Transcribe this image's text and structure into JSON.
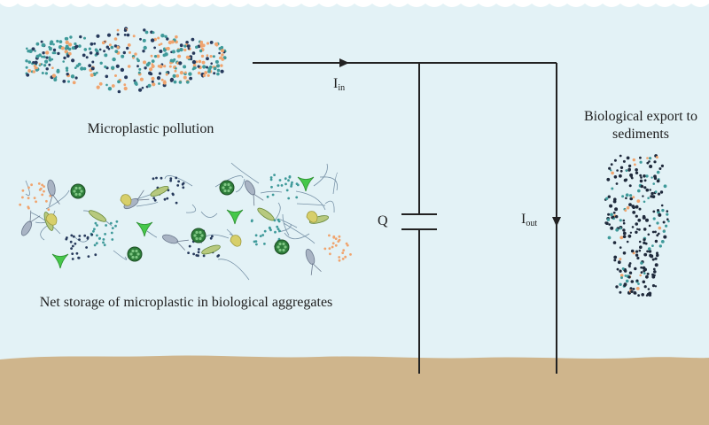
{
  "labels": {
    "microplastic_pollution": "Microplastic pollution",
    "net_storage": "Net storage of microplastic in biological aggregates",
    "export_line1": "Biological export to",
    "export_line2": "sediments",
    "capacitor": "Q",
    "current_in_base": "I",
    "current_in_sub": "in",
    "current_out_base": "I",
    "current_out_sub": "out"
  },
  "colors": {
    "water": "#e3f2f6",
    "sediment": "#cfb58c",
    "wire": "#222222",
    "particle_navy": "#273a5c",
    "particle_teal": "#3f9a9a",
    "particle_orange": "#f0a46e",
    "alga_green": "#2e7d3a",
    "bright_green": "#46c84a",
    "diatom_olive": "#b7c97e"
  }
}
